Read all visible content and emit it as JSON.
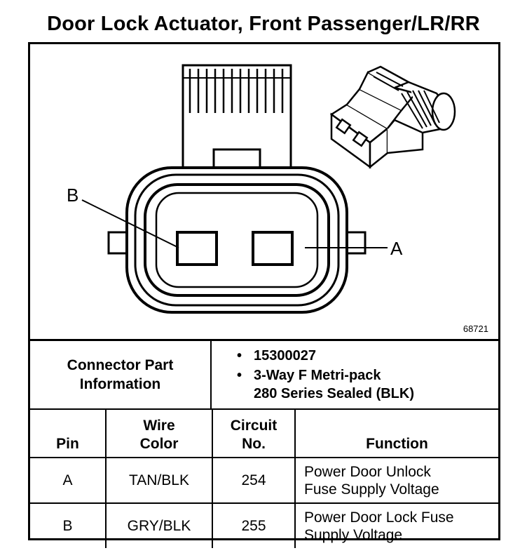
{
  "title": "Door Lock Actuator, Front Passenger/LR/RR",
  "diagram": {
    "figure_number": "68721",
    "pin_labels": {
      "a": "A",
      "b": "B"
    }
  },
  "connector": {
    "label_line1": "Connector Part",
    "label_line2": "Information",
    "part_number": "15300027",
    "description_line1": "3-Way F Metri-pack",
    "description_line2": "280 Series Sealed (BLK)"
  },
  "pins_table": {
    "headers": {
      "pin": "Pin",
      "wire_color_line1": "Wire",
      "wire_color_line2": "Color",
      "circuit_line1": "Circuit",
      "circuit_line2": "No.",
      "function": "Function"
    },
    "rows": [
      {
        "pin": "A",
        "wire_color": "TAN/BLK",
        "circuit": "254",
        "function_line1": "Power Door Unlock",
        "function_line2": "Fuse Supply Voltage"
      },
      {
        "pin": "B",
        "wire_color": "GRY/BLK",
        "circuit": "255",
        "function_line1": "Power Door Lock Fuse",
        "function_line2": "Supply Voltage"
      }
    ]
  }
}
